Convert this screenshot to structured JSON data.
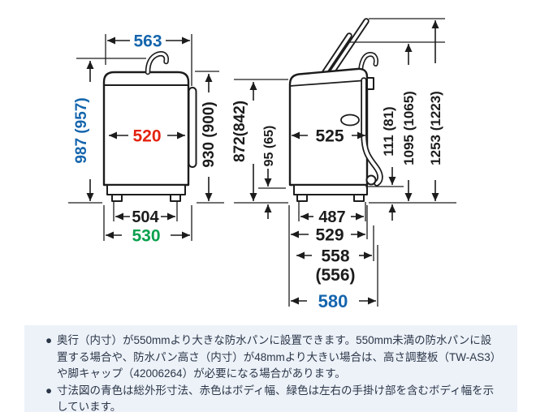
{
  "colors": {
    "blue": "#1565ad",
    "red": "#e3230f",
    "green": "#0aa14e",
    "ink": "#1c1c1c",
    "panel_bg": "#edf2f9",
    "panel_text": "#2b3648"
  },
  "diagram": {
    "front_view": {
      "overall_width": "563",
      "overall_height": "987 (957)",
      "body_width": "520",
      "body_height": "930 (900)",
      "feet_width": "504",
      "width_with_handles": "530"
    },
    "side_view": {
      "body_height": "872(842)",
      "bottom_clearance": "95 (65)",
      "body_depth": "525",
      "hose_outlet_height": "111 (81)",
      "height_to_hose_hook": "1095 (1065)",
      "height_lid_open": "1253 (1223)",
      "feet_depth": "487",
      "base_depth": "529",
      "depth_main": "558",
      "depth_main_alt": "(556)",
      "overall_depth": "580"
    }
  },
  "notes": {
    "bullet": "●",
    "items": [
      {
        "text": "奥行（内寸）が550mmより大きな防水パンに設置できます。550mm未満の防水パンに設置する場合や、防水パン高さ（内寸）が48mmより大きい場合は、高さ調整板（TW-AS3）や脚キャップ（42006264）が必要になる場合があります。"
      },
      {
        "text": "寸法図の青色は総外形寸法、赤色はボディ幅、緑色は左右の手掛け部を含むボディ幅を示しています。"
      }
    ]
  }
}
